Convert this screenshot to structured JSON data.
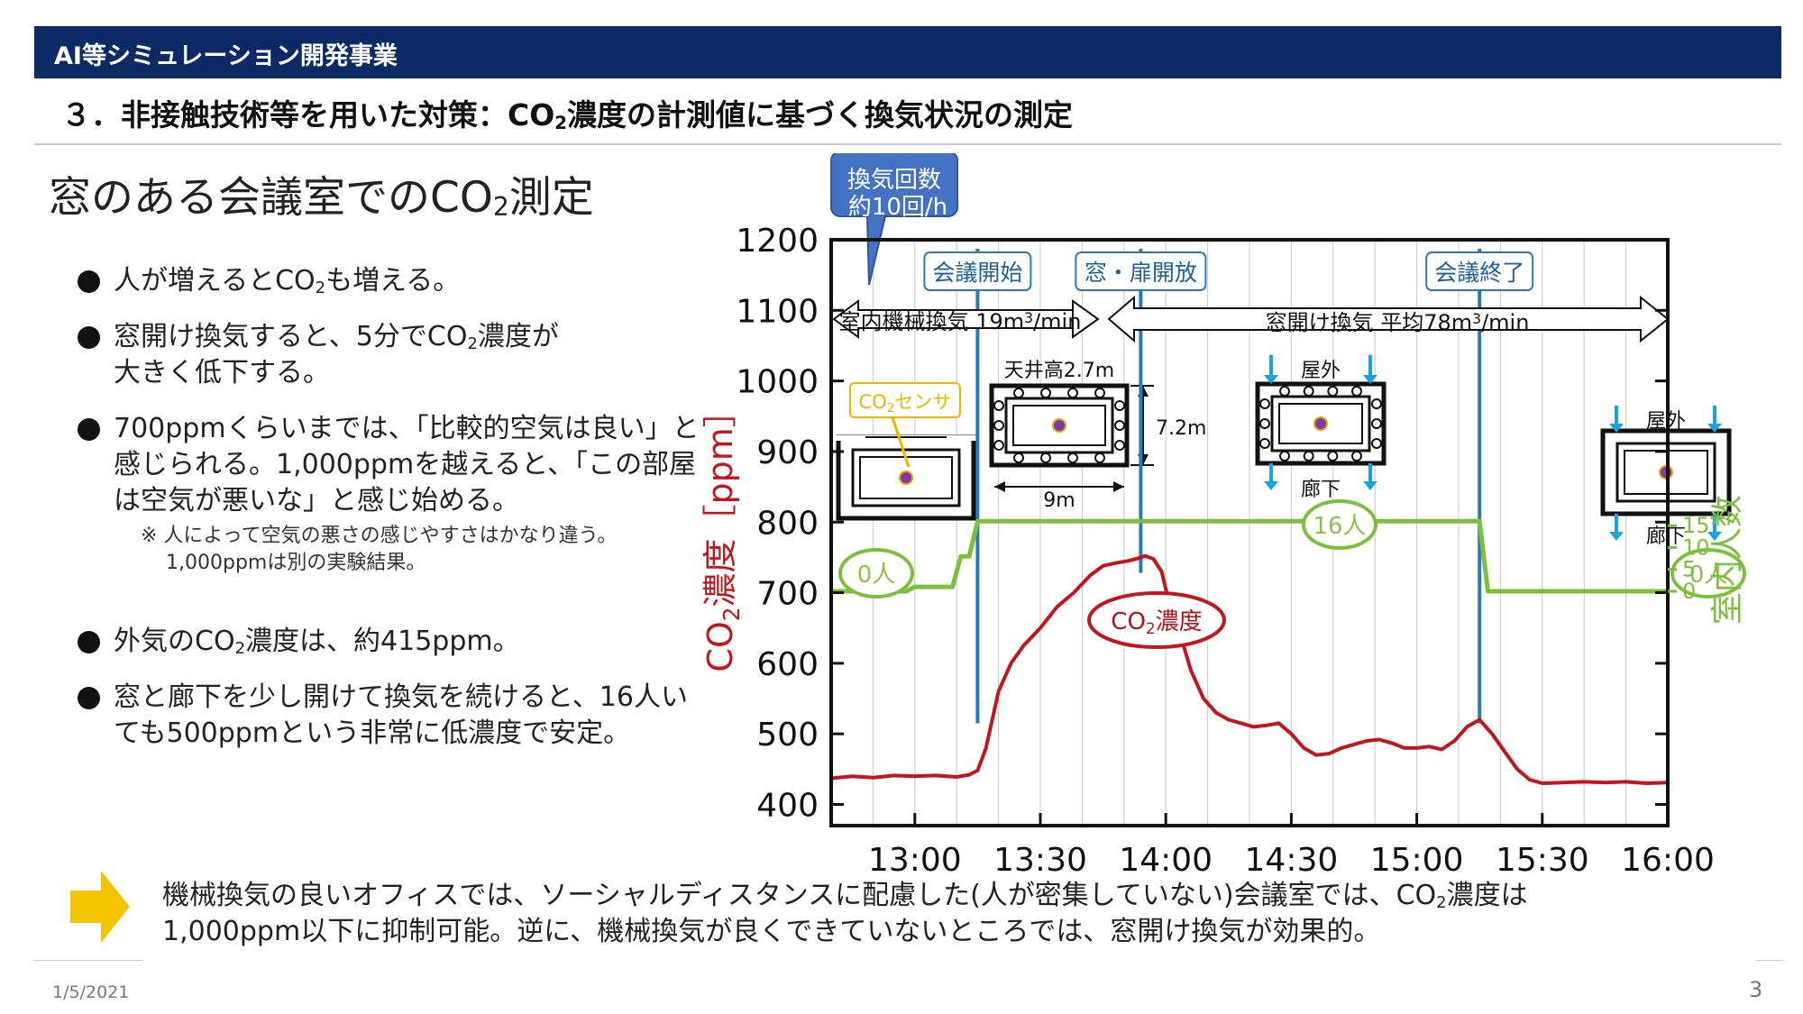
{
  "header": {
    "title": "AI等シミュレーション開発事業"
  },
  "section": {
    "title_pre": "３．非接触技術等を用いた対策：CO",
    "title_sub": "2",
    "title_post": "濃度の計測値に基づく換気状況の測定"
  },
  "heading": {
    "pre": "窓のある会議室でのCO",
    "sub": "2",
    "post": "測定"
  },
  "bullets": [
    {
      "pre": "人が増えるとCO",
      "sub": "2",
      "post": "も増える。"
    },
    {
      "pre": "窓開け換気すると、5分でCO",
      "sub": "2",
      "post": "濃度が",
      "line2": "大きく低下する。"
    },
    {
      "text": "700ppmくらいまでは、「比較的空気は良い」と感じられる。1,000ppmを越えると、「この部屋は空気が悪いな」と感じ始める。",
      "note1": "※ 人によって空気の悪さの感じやすさはかなり違う。",
      "note2": "1,000ppmは別の実験結果。"
    },
    {
      "pre": "外気のCO",
      "sub": "2",
      "post": "濃度は、約415ppm。"
    },
    {
      "text": "窓と廊下を少し開けて換気を続けると、16人いても500ppmという非常に低濃度で安定。"
    }
  ],
  "conclusion": {
    "line1_pre": "機械換気の良いオフィスでは、ソーシャルディスタンスに配慮した(人が密集していない)会議室では、CO",
    "line1_sub": "2",
    "line1_post": "濃度は",
    "line2": "1,000ppm以下に抑制可能。逆に、機械換気が良くできていないところでは、窓開け換気が効果的。"
  },
  "footer": {
    "date": "1/5/2021",
    "page": "3"
  },
  "chart_data": {
    "type": "line",
    "xlabel": "",
    "ylabel_left": {
      "pre": "CO",
      "sub": "2",
      "post": "濃度［ppm］"
    },
    "ylabel_right": "室内人数",
    "x_ticks": [
      "13:00",
      "13:30",
      "14:00",
      "14:30",
      "15:00",
      "15:30",
      "16:00"
    ],
    "xlim": [
      "12:40",
      "16:00"
    ],
    "ylim_left": [
      370,
      1200
    ],
    "y_ticks_left": [
      400,
      500,
      600,
      700,
      800,
      900,
      1000,
      1100,
      1200
    ],
    "y_ticks_right": [
      "0",
      "5",
      "10",
      "15"
    ],
    "colors": {
      "co2": "#c0161c",
      "people": "#7cbf3c",
      "event": "#2a7ab8",
      "callout_fill": "#4472c4",
      "sensor": "#f0b400",
      "arrow_blue": "#1aa3e0"
    },
    "series": [
      {
        "name": "CO2濃度",
        "label_pre": "CO",
        "label_sub": "2",
        "label_post": "濃度",
        "x": [
          "12:40",
          "12:45",
          "12:50",
          "12:55",
          "13:00",
          "13:05",
          "13:10",
          "13:13",
          "13:15",
          "13:17",
          "13:20",
          "13:23",
          "13:26",
          "13:30",
          "13:34",
          "13:38",
          "13:42",
          "13:45",
          "13:48",
          "13:51",
          "13:53",
          "13:55",
          "13:57",
          "13:59",
          "14:00",
          "14:03",
          "14:06",
          "14:09",
          "14:12",
          "14:15",
          "14:18",
          "14:21",
          "14:24",
          "14:27",
          "14:30",
          "14:33",
          "14:36",
          "14:39",
          "14:42",
          "14:45",
          "14:48",
          "14:51",
          "14:54",
          "14:57",
          "15:00",
          "15:03",
          "15:06",
          "15:09",
          "15:12",
          "15:15",
          "15:18",
          "15:21",
          "15:24",
          "15:27",
          "15:30",
          "15:35",
          "15:40",
          "15:45",
          "15:50",
          "15:55",
          "16:00"
        ],
        "values": [
          437,
          440,
          438,
          441,
          440,
          441,
          439,
          442,
          448,
          480,
          560,
          600,
          625,
          650,
          680,
          700,
          725,
          738,
          742,
          745,
          748,
          752,
          748,
          730,
          705,
          650,
          590,
          550,
          530,
          520,
          515,
          510,
          512,
          515,
          500,
          480,
          470,
          472,
          480,
          485,
          490,
          492,
          487,
          480,
          480,
          482,
          478,
          490,
          510,
          520,
          500,
          475,
          450,
          435,
          430,
          431,
          432,
          431,
          432,
          430,
          431
        ]
      },
      {
        "name": "室内人数",
        "x": [
          "12:40",
          "12:58",
          "13:00",
          "13:09",
          "13:11",
          "13:13",
          "13:15",
          "14:00",
          "15:00",
          "15:15",
          "15:17",
          "16:00"
        ],
        "values": [
          0,
          0,
          1,
          1,
          8,
          8,
          16,
          16,
          16,
          16,
          0,
          0
        ]
      }
    ],
    "people_scale": {
      "base_ppm": 702,
      "ppm_per_person": 6.2
    },
    "events": [
      {
        "x": "13:15",
        "label": "会議開始",
        "line_bottom": 515
      },
      {
        "x": "13:54",
        "label": "窓・扉開放",
        "line_bottom": 728
      },
      {
        "x": "15:15",
        "label": "会議終了",
        "line_bottom": 515
      }
    ],
    "annotations": {
      "callout_line1": "換気回数",
      "callout_line2": "約10回/h",
      "mech_vent_pre": "室内機械換気 19m",
      "mech_vent_sup": "3",
      "mech_vent_post": "/min",
      "window_vent_pre": "窓開け換気 平均78m",
      "window_vent_sup": "3",
      "window_vent_post": "/min",
      "people_0_left": "0人",
      "people_16": "16人",
      "people_0_right": "0人",
      "ceiling": "天井高2.7m",
      "room_width": "9m",
      "room_depth": "7.2m",
      "sensor_pre": "CO",
      "sensor_sub": "2",
      "sensor_post": "センサ",
      "outside": "屋外",
      "corridor": "廊下",
      "outside2": "屋外",
      "corridor2": "廊下"
    }
  }
}
